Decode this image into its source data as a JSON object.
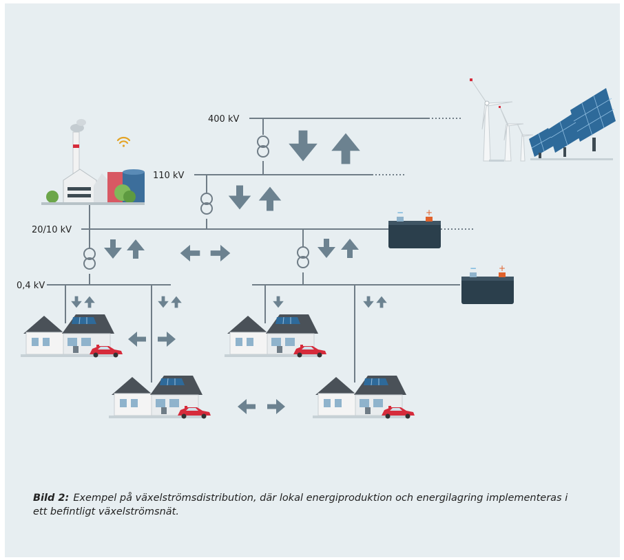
{
  "voltage_levels": {
    "v400": "400 kV",
    "v110": "110 kV",
    "v20": "20/10 kV",
    "v04": "0,4 kV"
  },
  "caption": {
    "label": "Bild 2:",
    "text": "Exempel på växelströmsdistribution, där lokal energiproduktion och energilagring implementeras i ett befintligt växelströmsnät."
  },
  "colors": {
    "background": "#e7eef1",
    "line": "#6f7c86",
    "arrow": "#6c8290",
    "battery": "#2b3f4c",
    "car": "#d62b3b",
    "solar": "#2e6a9a",
    "roof": "#4a5158"
  },
  "icons": {
    "power_plant": "power-plant-icon",
    "wind_turbines": "wind-turbine-icon",
    "solar_panels": "solar-panel-icon",
    "battery": "battery-icon",
    "house": "house-with-solar-and-ev-icon",
    "transformer": "transformer-icon",
    "wifi": "wifi-icon"
  }
}
